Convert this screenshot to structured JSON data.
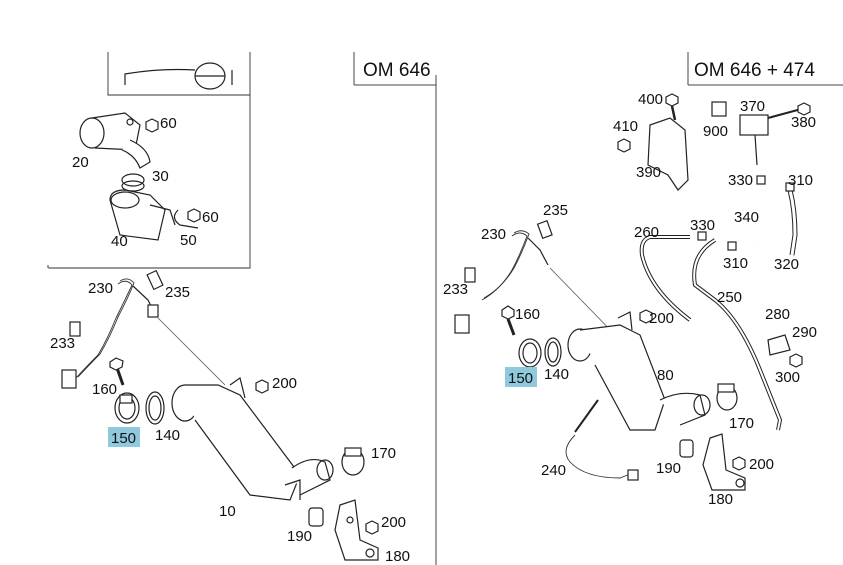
{
  "left": {
    "header": "OM 646",
    "parts": [
      {
        "id": "p60a",
        "label": "60"
      },
      {
        "id": "p20",
        "label": "20"
      },
      {
        "id": "p30",
        "label": "30"
      },
      {
        "id": "p60b",
        "label": "60"
      },
      {
        "id": "p50",
        "label": "50"
      },
      {
        "id": "p40",
        "label": "40"
      },
      {
        "id": "p230",
        "label": "230"
      },
      {
        "id": "p235",
        "label": "235"
      },
      {
        "id": "p233",
        "label": "233"
      },
      {
        "id": "p160",
        "label": "160"
      },
      {
        "id": "p200a",
        "label": "200"
      },
      {
        "id": "p150",
        "label": "150",
        "highlight": true
      },
      {
        "id": "p140",
        "label": "140"
      },
      {
        "id": "p170",
        "label": "170"
      },
      {
        "id": "p10",
        "label": "10"
      },
      {
        "id": "p190",
        "label": "190"
      },
      {
        "id": "p200b",
        "label": "200"
      },
      {
        "id": "p180",
        "label": "180"
      }
    ]
  },
  "right": {
    "header": "OM 646 + 474",
    "parts": [
      {
        "id": "r400",
        "label": "400"
      },
      {
        "id": "r370",
        "label": "370"
      },
      {
        "id": "r410",
        "label": "410"
      },
      {
        "id": "r900",
        "label": "900"
      },
      {
        "id": "r380",
        "label": "380"
      },
      {
        "id": "r390",
        "label": "390"
      },
      {
        "id": "r330a",
        "label": "330"
      },
      {
        "id": "r310a",
        "label": "310"
      },
      {
        "id": "r235",
        "label": "235"
      },
      {
        "id": "r230",
        "label": "230"
      },
      {
        "id": "r260",
        "label": "260"
      },
      {
        "id": "r330b",
        "label": "330"
      },
      {
        "id": "r340",
        "label": "340"
      },
      {
        "id": "r310b",
        "label": "310"
      },
      {
        "id": "r320",
        "label": "320"
      },
      {
        "id": "r233",
        "label": "233"
      },
      {
        "id": "r250",
        "label": "250"
      },
      {
        "id": "r160",
        "label": "160"
      },
      {
        "id": "r200a",
        "label": "200"
      },
      {
        "id": "r280",
        "label": "280"
      },
      {
        "id": "r290",
        "label": "290"
      },
      {
        "id": "r150",
        "label": "150",
        "highlight": true
      },
      {
        "id": "r140",
        "label": "140"
      },
      {
        "id": "r80",
        "label": "80"
      },
      {
        "id": "r300",
        "label": "300"
      },
      {
        "id": "r170",
        "label": "170"
      },
      {
        "id": "r240",
        "label": "240"
      },
      {
        "id": "r190",
        "label": "190"
      },
      {
        "id": "r200b",
        "label": "200"
      },
      {
        "id": "r180",
        "label": "180"
      }
    ]
  }
}
